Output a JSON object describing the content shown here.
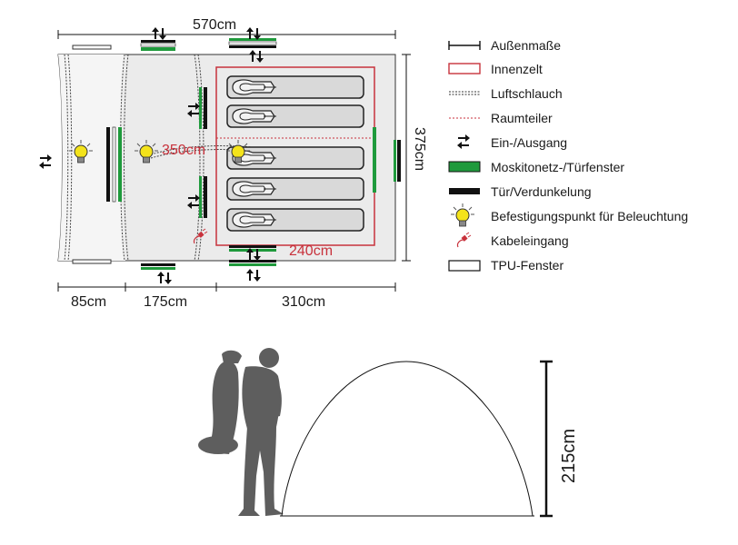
{
  "dimensions": {
    "total_length": "570cm",
    "total_width": "375cm",
    "inner_length": "350cm",
    "inner_width": "240cm",
    "segment_front": "85cm",
    "segment_middle": "175cm",
    "segment_rear": "310cm",
    "height": "215cm"
  },
  "legend": [
    {
      "icon": "outer-dimension-icon",
      "label": "Außenmaße"
    },
    {
      "icon": "inner-tent-icon",
      "label": "Innenzelt"
    },
    {
      "icon": "air-tube-icon",
      "label": "Luftschlauch"
    },
    {
      "icon": "room-divider-icon",
      "label": "Raumteiler"
    },
    {
      "icon": "entrance-arrows-icon",
      "label": "Ein-/Ausgang"
    },
    {
      "icon": "mosquito-net-icon",
      "label": "Moskitonetz-/Türfenster"
    },
    {
      "icon": "door-blackout-icon",
      "label": "Tür/Verdunkelung"
    },
    {
      "icon": "light-bulb-icon",
      "label": "Befestigungspunkt für Beleuchtung"
    },
    {
      "icon": "cable-plug-icon",
      "label": "Kabeleingang"
    },
    {
      "icon": "tpu-window-icon",
      "label": "TPU-Fenster"
    }
  ],
  "colors": {
    "green": "#1f9a3c",
    "black": "#111111",
    "red": "#c8323c",
    "fill": "#e6e6e6",
    "bulb": "#f4e31b"
  }
}
